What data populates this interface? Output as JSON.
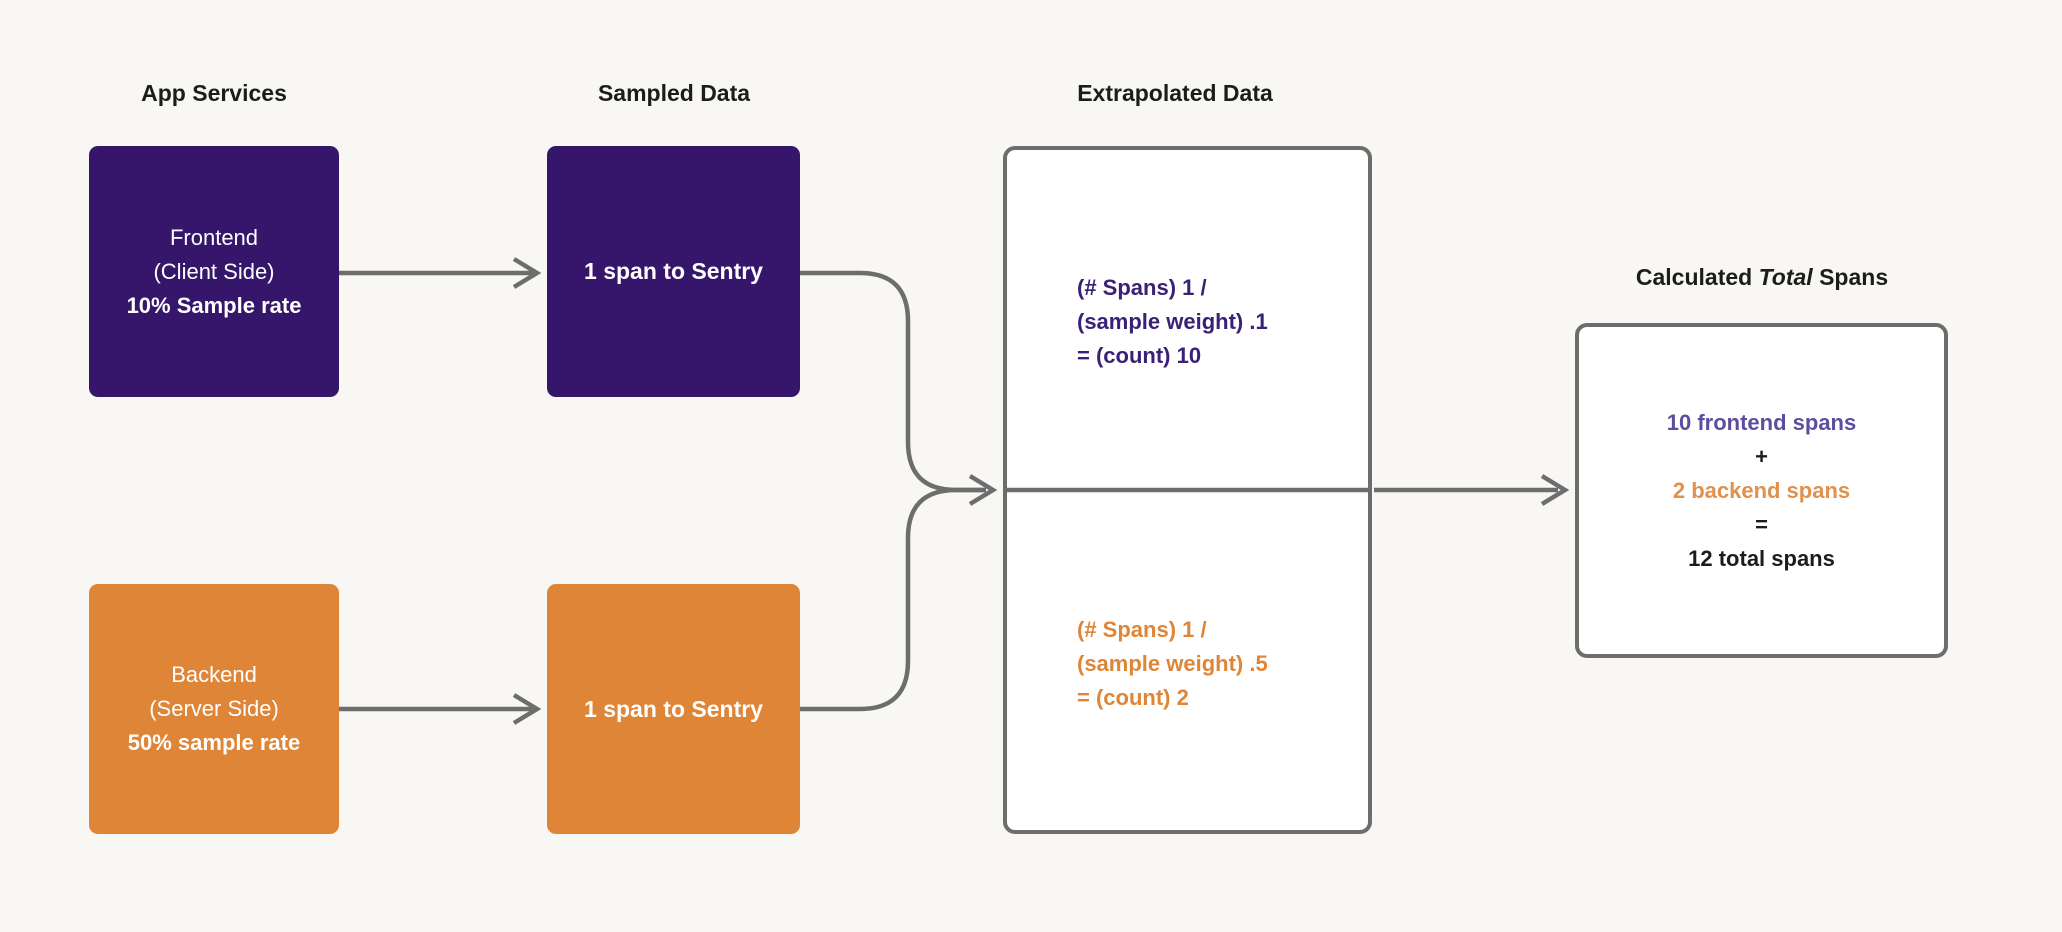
{
  "colors": {
    "background": "#f8f7f4",
    "purple_box": "#36166b",
    "orange_box": "#df8538",
    "purple_text": "#3b2175",
    "purple_text_light": "#5e4d9e",
    "orange_text": "#df8538",
    "orange_text_light": "#e0914d",
    "arrow_gray": "#6d6d6d",
    "dark_text": "#1c1c1c"
  },
  "headers": {
    "app_services": "App Services",
    "sampled_data": "Sampled Data",
    "extrapolated_data": "Extrapolated Data",
    "calculated_prefix": "Calculated ",
    "calculated_italic": "Total",
    "calculated_suffix": " Spans"
  },
  "app_services": {
    "frontend": {
      "line1": "Frontend",
      "line2": "(Client Side)",
      "line3": "10% Sample rate"
    },
    "backend": {
      "line1": "Backend",
      "line2": "(Server Side)",
      "line3": "50% sample rate"
    }
  },
  "sampled": {
    "frontend_label": "1 span to Sentry",
    "backend_label": "1 span to Sentry"
  },
  "extrapolated": {
    "frontend": {
      "line1": "(# Spans) 1 /",
      "line2": "(sample weight) .1",
      "line3": "=  (count) 10"
    },
    "backend": {
      "line1": "(# Spans) 1 /",
      "line2": "(sample weight) .5",
      "line3": "=  (count) 2"
    }
  },
  "calculated": {
    "line1": "10 frontend spans",
    "line2": "+",
    "line3": "2 backend spans",
    "line4": "=",
    "line5": "12 total spans"
  }
}
